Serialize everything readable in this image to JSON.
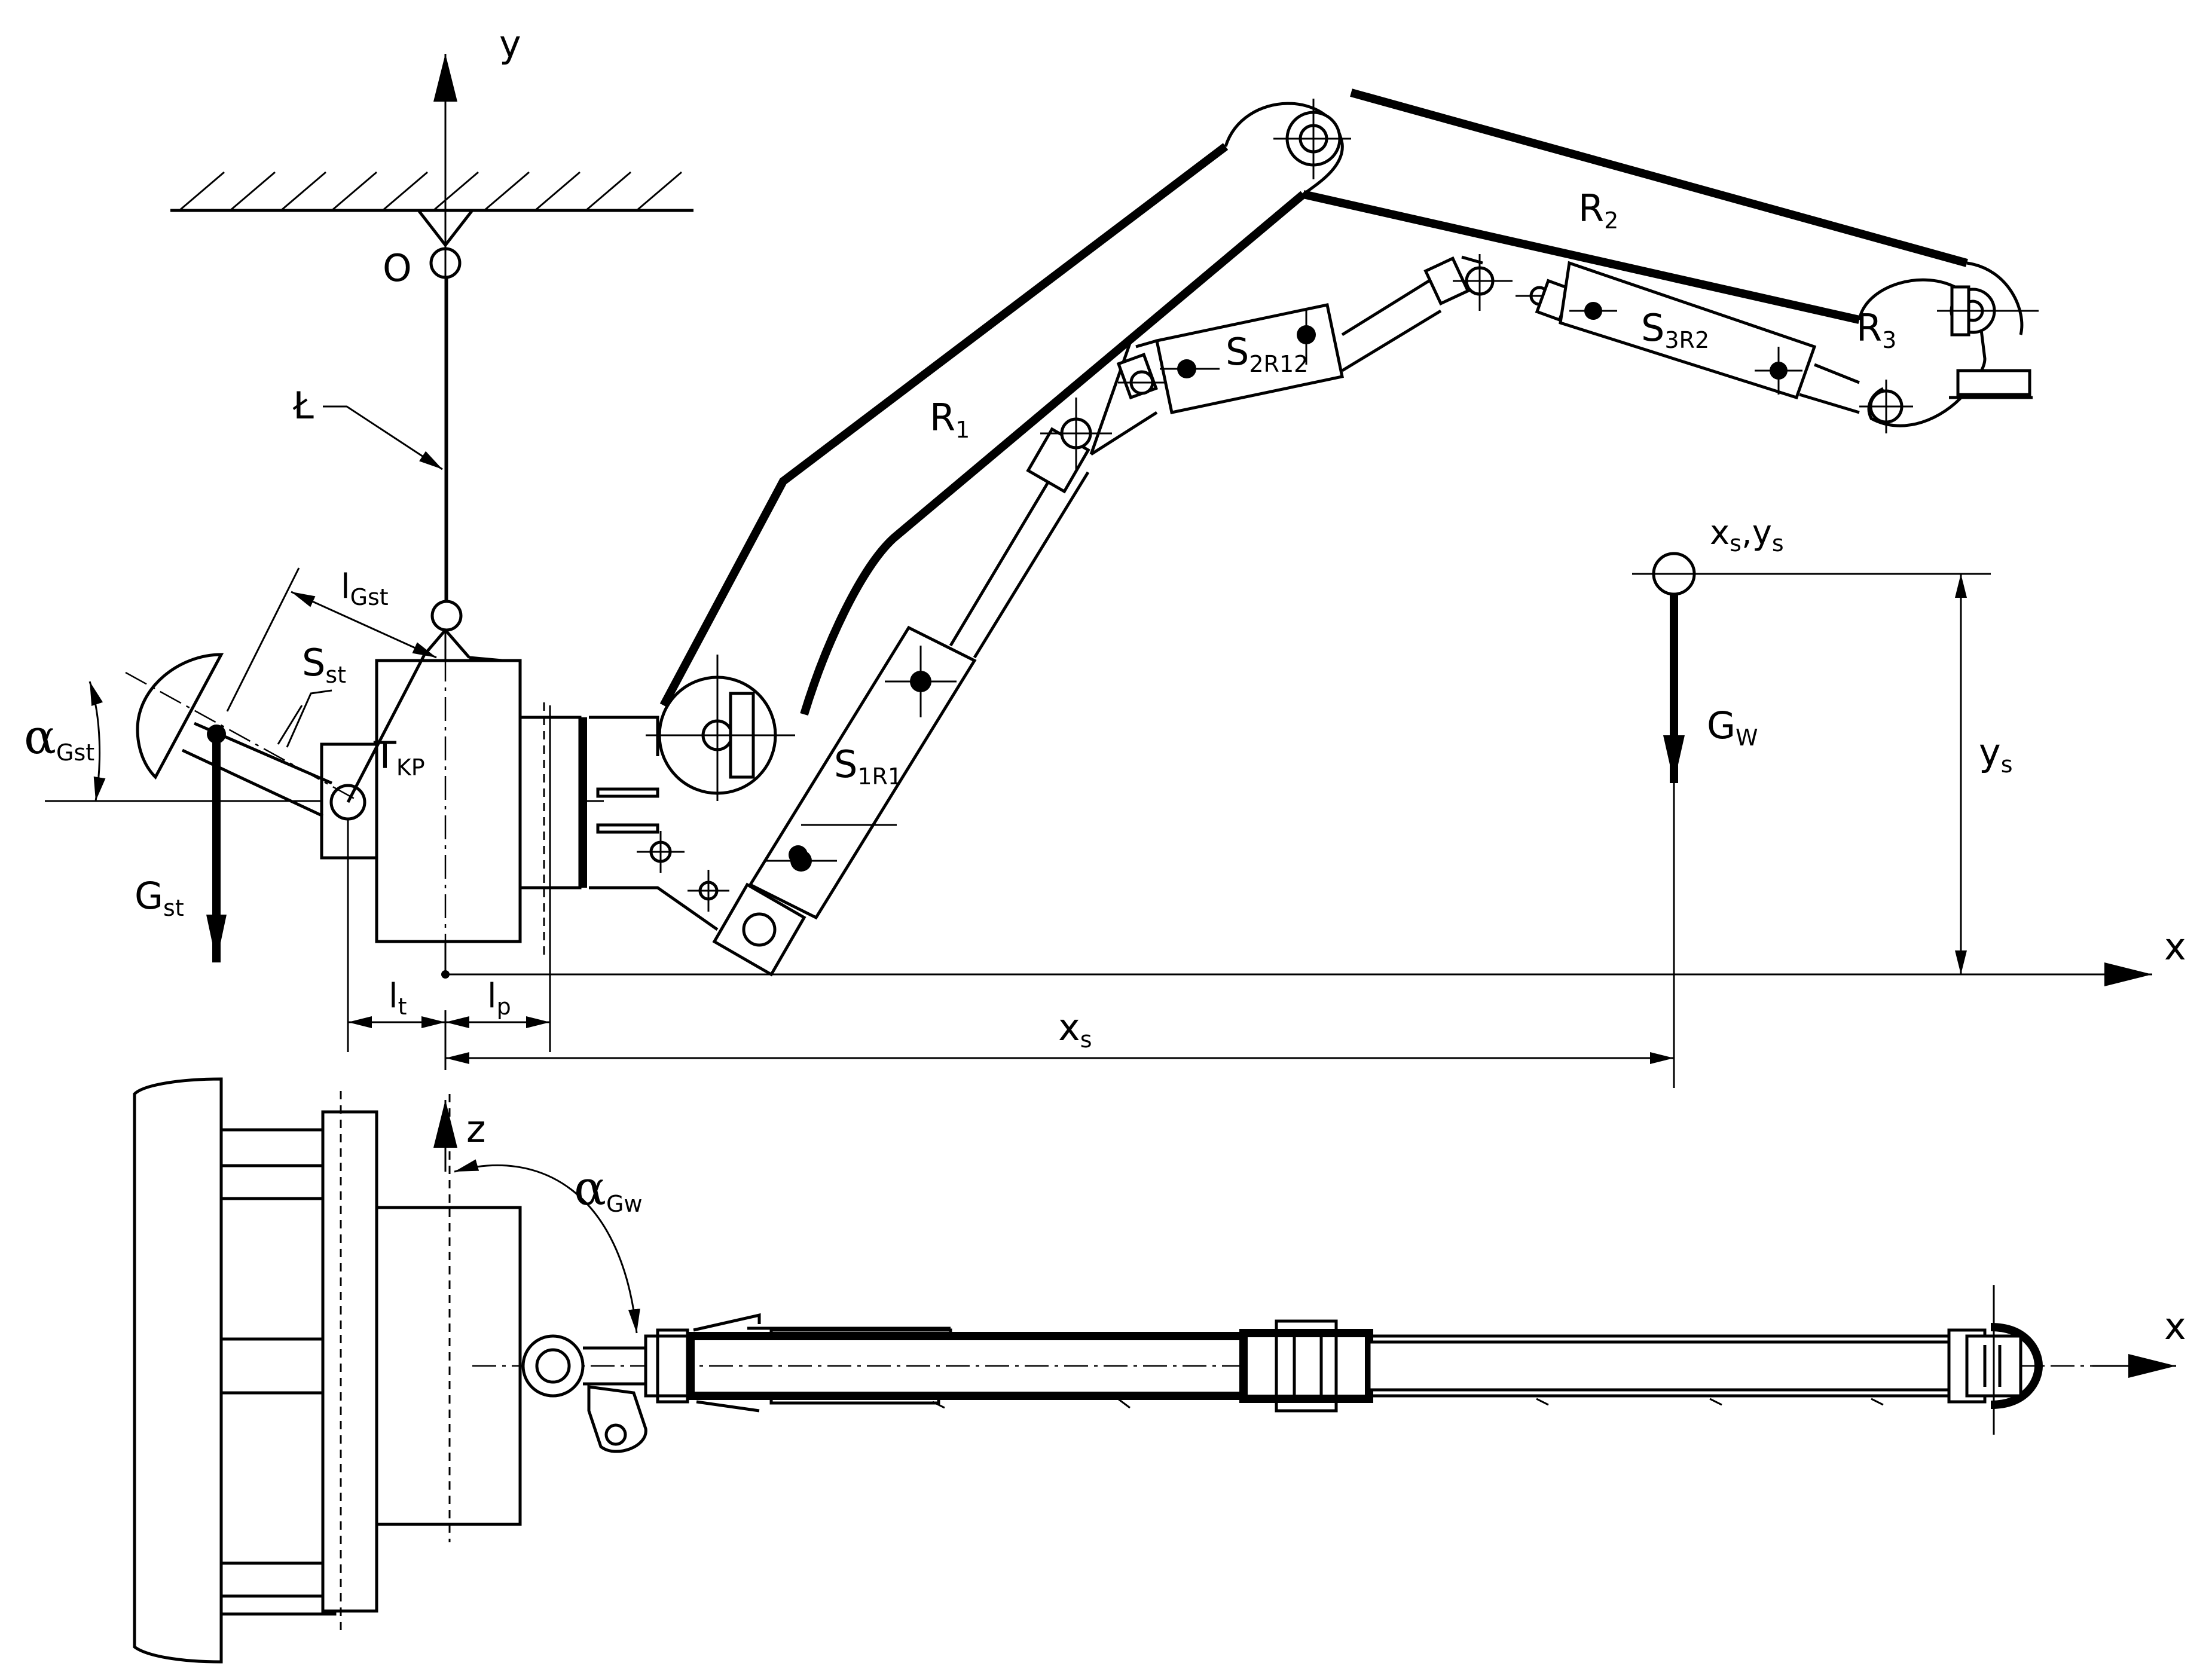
{
  "labels": {
    "y_axis": "y",
    "x_axis_top": "x",
    "x_axis_bottom": "x",
    "z_axis": "z",
    "origin": "O",
    "rope": "Ł",
    "R1": "R",
    "R1_sub": "1",
    "R2": "R",
    "R2_sub": "2",
    "R3": "R",
    "R3_sub": "3",
    "S2R12": "S",
    "S2R12_sub": "2R12",
    "S3R2": "S",
    "S3R2_sub": "3R2",
    "S1R1": "S",
    "S1R1_sub": "1R1",
    "xs_ys": "x",
    "xs_ys_sub1": "s",
    "xs_ys_mid": ",y",
    "xs_ys_sub2": "s",
    "Gw": "G",
    "Gw_sub": "W",
    "ys": "y",
    "ys_sub": "s",
    "xs": "x",
    "xs_sub": "s",
    "lGst": "l",
    "lGst_sub": "Gst",
    "Sst": "S",
    "Sst_sub": "st",
    "alphaGst": "α",
    "alphaGst_sub": "Gst",
    "TKP": "T",
    "TKP_sub": "KP",
    "Gst": "G",
    "Gst_sub": "st",
    "lt": "l",
    "lt_sub": "t",
    "lp": "l",
    "lp_sub": "p",
    "alphaGw": "α",
    "alphaGw_sub": "Gw"
  }
}
